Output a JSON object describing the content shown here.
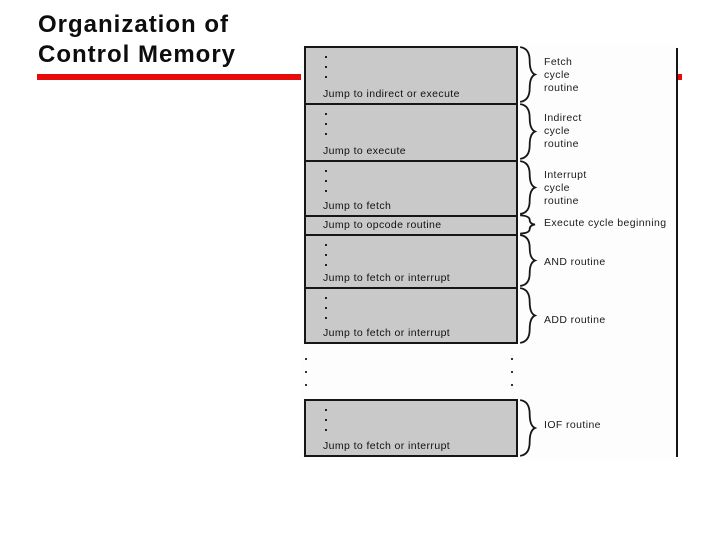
{
  "title": {
    "line1": "Organization of",
    "line2": "Control Memory"
  },
  "colors": {
    "accent_red": "#e80b0b",
    "block_fill": "#c9c9c9",
    "ink": "#161616"
  },
  "diagram": {
    "blocks": [
      {
        "jump": "Jump to indirect or execute",
        "routine": [
          "Fetch",
          "cycle",
          "routine"
        ]
      },
      {
        "jump": "Jump to execute",
        "routine": [
          "Indirect",
          "cycle",
          "routine"
        ]
      },
      {
        "jump": "Jump to fetch",
        "routine": [
          "Interrupt",
          "cycle",
          "routine"
        ]
      },
      {
        "jump": "Jump to opcode routine",
        "routine": [
          "Execute cycle beginning"
        ]
      },
      {
        "jump": "Jump to fetch or interrupt",
        "routine": [
          "AND routine"
        ]
      },
      {
        "jump": "Jump to fetch or interrupt",
        "routine": [
          "ADD routine"
        ]
      }
    ],
    "bottom_block": {
      "jump": "Jump to fetch or interrupt",
      "routine": [
        "IOF routine"
      ]
    }
  }
}
